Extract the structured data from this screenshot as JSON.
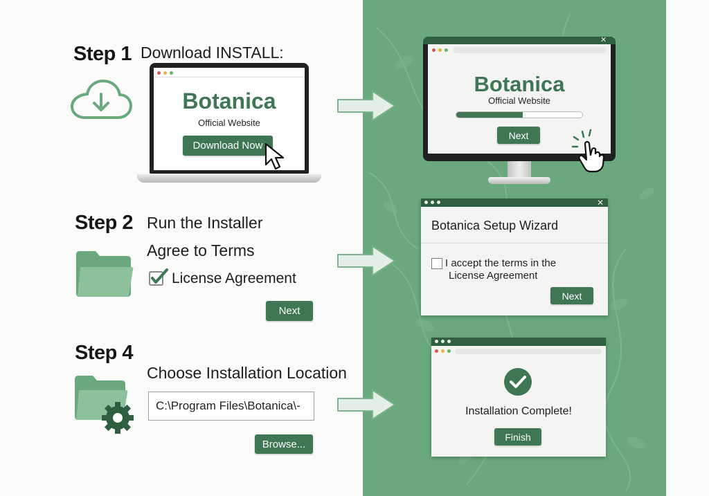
{
  "colors": {
    "brand_green": "#3f7653",
    "panel_green": "#6aa97e",
    "dark_bar": "#2f5e41"
  },
  "step1": {
    "num": "Step 1",
    "desc": "Download INSTALL:",
    "icon": "cloud-download-icon",
    "laptop": {
      "brand": "Botanica",
      "subtitle": "Official Website",
      "button": "Download Now"
    }
  },
  "step2": {
    "num": "Step 2",
    "desc_line1": "Run the Installer",
    "desc_line2": "Agree to Terms",
    "icon": "folder-icon",
    "checkbox_label": "License Agreement",
    "checkbox_checked": true,
    "next_button": "Next"
  },
  "step4": {
    "num": "Step 4",
    "desc": "Choose Installation Location",
    "icon": "folder-gear-icon",
    "path_value": "C:\\Program Files\\Botanica\\-",
    "browse_button": "Browse..."
  },
  "monitor": {
    "brand": "Botanica",
    "subtitle": "Official Website",
    "progress": 0.53,
    "next_button": "Next"
  },
  "wizard": {
    "title": "Botanica Setup Wizard",
    "close": "✕",
    "terms_line1": "I accept the terms in the",
    "terms_line2": "License Agreement",
    "terms_checked": false,
    "next_button": "Next"
  },
  "complete": {
    "message": "Installation Complete!",
    "finish_button": "Finish"
  }
}
